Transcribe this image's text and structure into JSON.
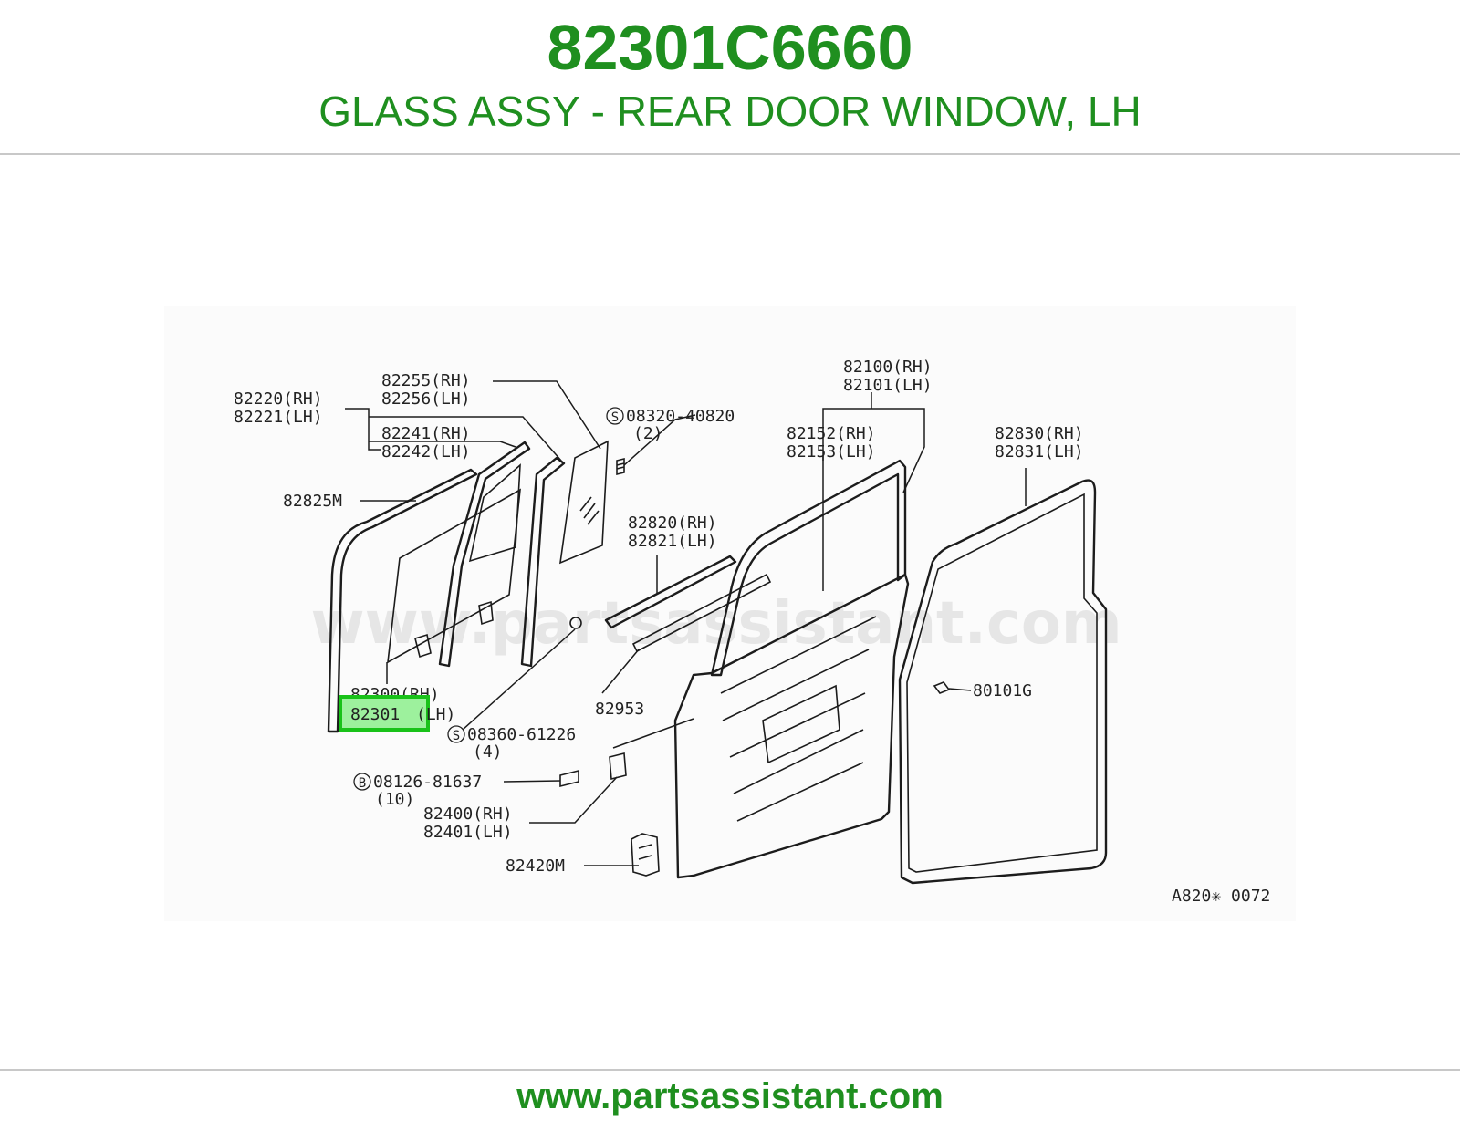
{
  "header": {
    "part_number": "82301C6660",
    "part_title": "GLASS ASSY - REAR DOOR WINDOW, LH"
  },
  "diagram": {
    "watermark": "www.partsassistant.com",
    "figure_code": "A820✳ 0072",
    "highlight_color": "#19c219",
    "labels": {
      "p82255": "82255(RH)",
      "p82256": "82256(LH)",
      "p82220": "82220(RH)",
      "p82221": "82221(LH)",
      "p82241": "82241(RH)",
      "p82242": "82242(LH)",
      "s08320": "08320-40820",
      "s08320_qty": "(2)",
      "p82100": "82100(RH)",
      "p82101": "82101(LH)",
      "p82152": "82152(RH)",
      "p82153": "82153(LH)",
      "p82830": "82830(RH)",
      "p82831": "82831(LH)",
      "p82825": "82825M",
      "p82820": "82820(RH)",
      "p82821": "82821(LH)",
      "p82300": "82300(RH)",
      "p82301": "82301",
      "p82301_side": "(LH)",
      "p82953": "82953",
      "p80101": "80101G",
      "s08360": "08360-61226",
      "s08360_qty": "(4)",
      "b08126": "08126-81637",
      "b08126_qty": "(10)",
      "p82400": "82400(RH)",
      "p82401": "82401(LH)",
      "p82420": "82420M"
    },
    "symbols": {
      "screw": "S",
      "bolt": "B"
    }
  },
  "footer": {
    "url": "www.partsassistant.com"
  }
}
